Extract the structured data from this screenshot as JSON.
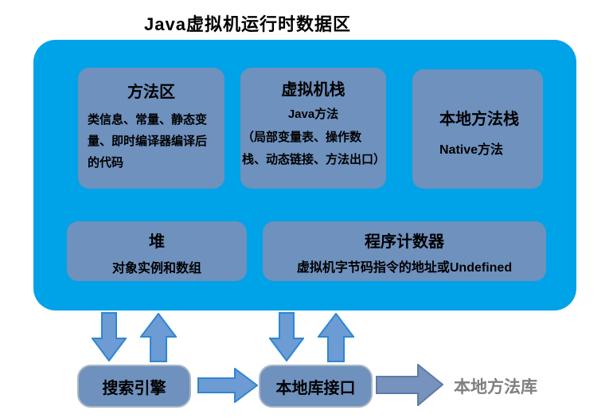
{
  "page": {
    "title": "Java虚拟机运行时数据区"
  },
  "colors": {
    "container_bg": "#00A2E8",
    "box_bg": "#6E91BE",
    "box_border": "#A9B6C6",
    "arrow_fill": "#6D9BD3",
    "arrow_stroke": "#2E86D2",
    "arrow2_fill": "#7792BD",
    "arrow2_stroke": "#5C7CA8",
    "muted_text": "#7F7F7F",
    "title_color": "#000000"
  },
  "boxes": {
    "method_area": {
      "title": "方法区",
      "body": "类信息、常量、静态变量、即时编译器编译后的代码"
    },
    "vm_stack": {
      "title": "虚拟机栈",
      "subtitle": "Java方法",
      "body": "（局部变量表、操作数栈、动态链接、方法出口）"
    },
    "native_stack": {
      "title": "本地方法栈",
      "body": "Native方法"
    },
    "heap": {
      "title": "堆",
      "body": "对象实例和数组"
    },
    "program_counter": {
      "title": "程序计数器",
      "body": "虚拟机字节码指令的地址或Undefined"
    }
  },
  "flow": {
    "engine_label": "搜索引擎",
    "native_interface_label": "本地库接口",
    "native_library_label": "本地方法库"
  }
}
